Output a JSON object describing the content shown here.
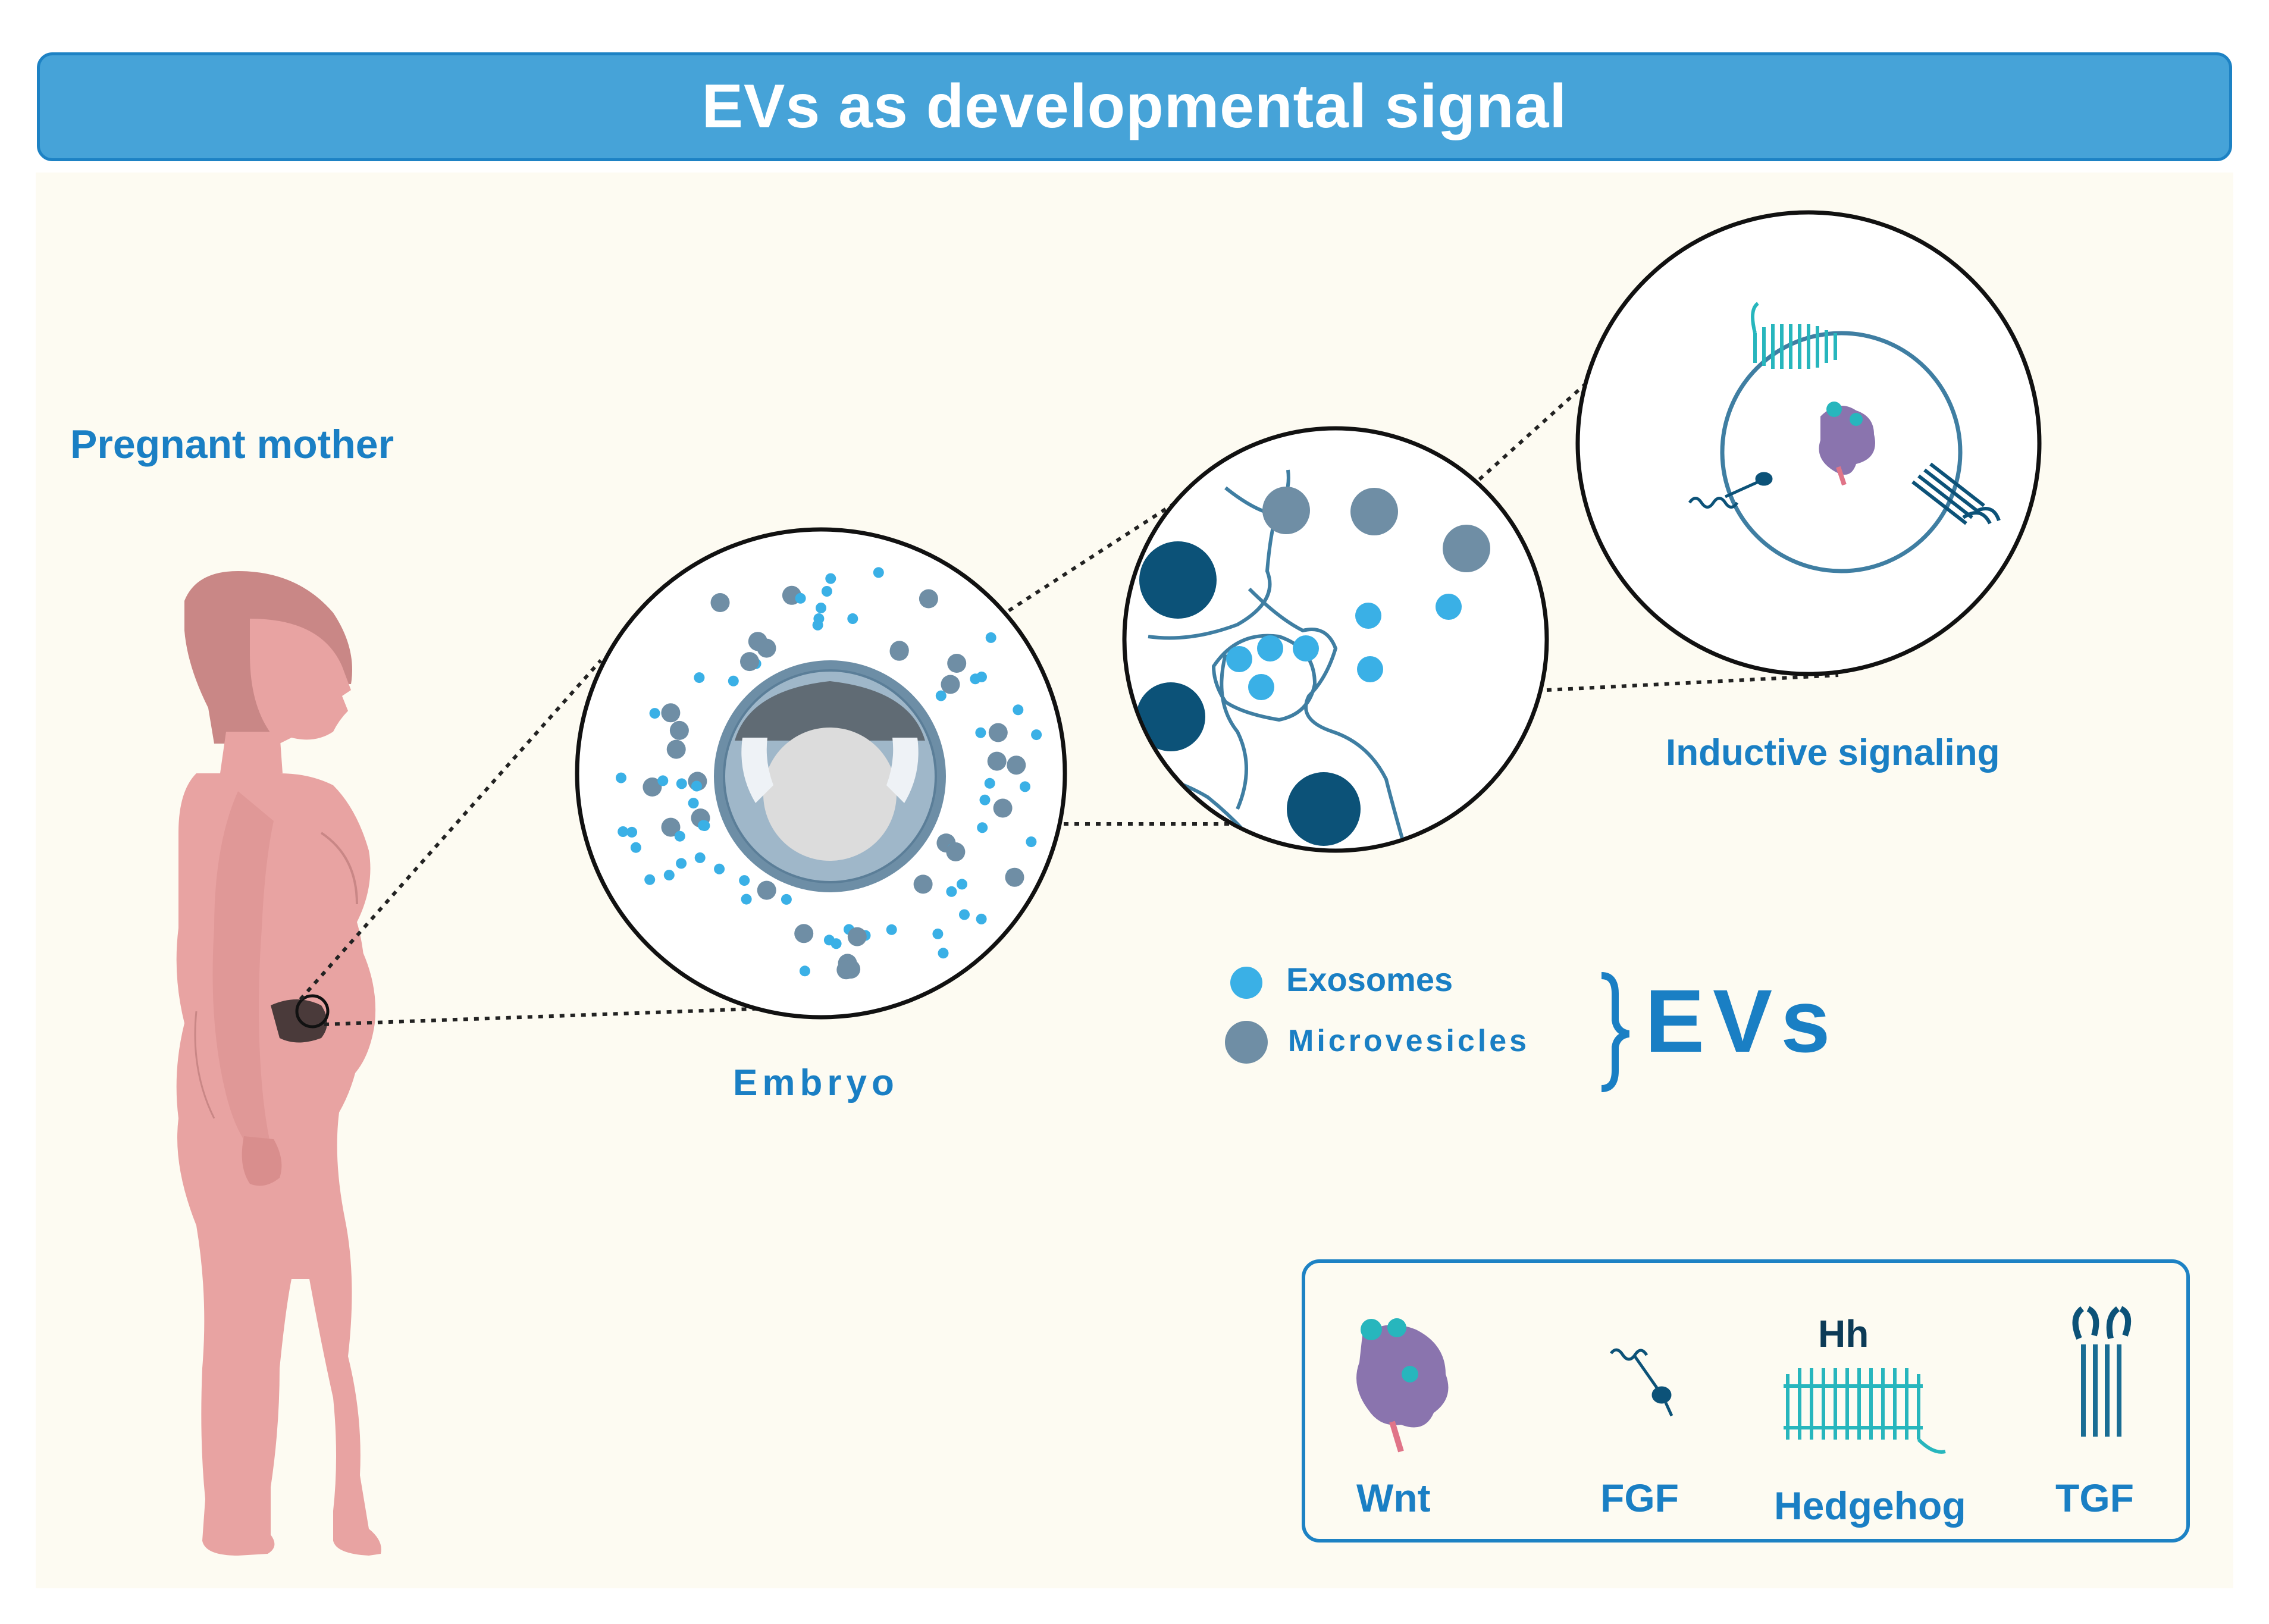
{
  "title": "EVs as developmental signal",
  "labels": {
    "mother": "Pregnant mother",
    "embryo": "Embryo",
    "inductive": "Inductive signaling",
    "exosomes": "Exosomes",
    "microvesicles": "Microvesicles",
    "evs": "EVs",
    "hh": "Hh"
  },
  "pathways": [
    "Wnt",
    "FGF",
    "Hedgehog",
    "TGF"
  ],
  "colors": {
    "title_bar": "#46a3d8",
    "title_border": "#1d82c4",
    "background": "#fdfbf2",
    "label_blue": "#1a7fc4",
    "body": "#e8a3a2",
    "body_dark": "#c98786",
    "exosome": "#3ab0e6",
    "microvesicle": "#6f8ea5",
    "cell_dark": "#0c5278",
    "membrane": "#3f7ea2",
    "teal": "#27b6bd",
    "wnt_purple": "#8a74ae"
  }
}
